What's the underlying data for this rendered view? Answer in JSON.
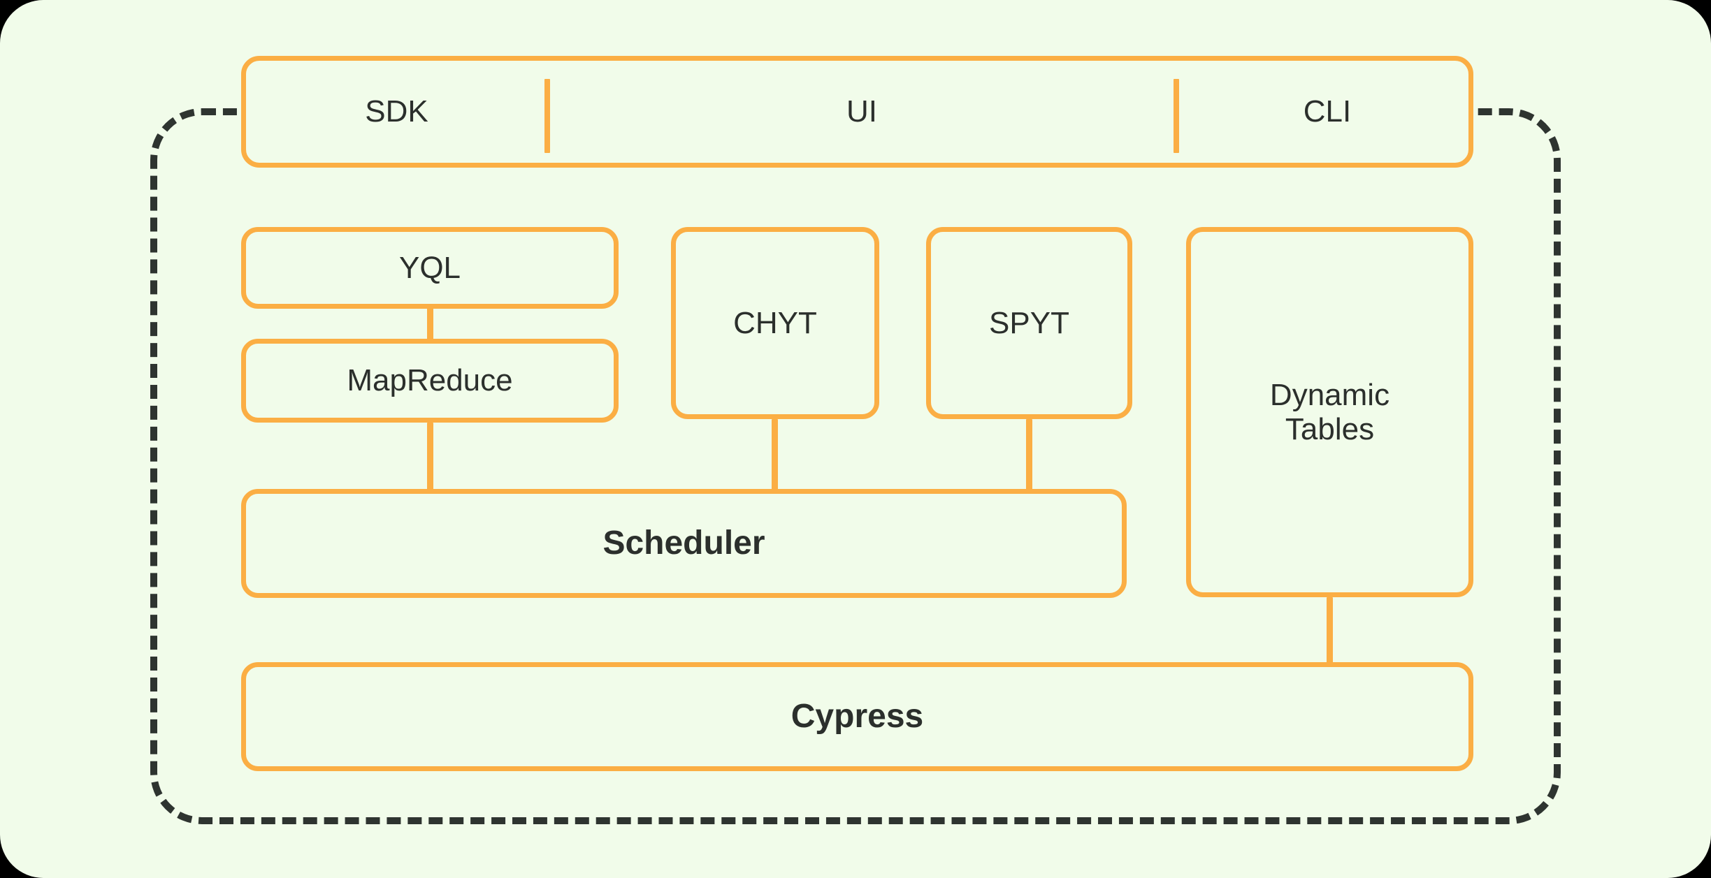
{
  "diagram": {
    "title": "YTsaurus platform architecture",
    "background_color": "#F1FCEA",
    "accent_color": "#FBAE44",
    "boundary_color": "#2E3430",
    "text_color": "#2B2F2C",
    "boundary": {
      "style": "dashed",
      "name": "cluster-boundary"
    },
    "access_bar": {
      "name": "access-layer",
      "cells": [
        {
          "label": "SDK"
        },
        {
          "label": "UI"
        },
        {
          "label": "CLI"
        }
      ],
      "divider_count": 2
    },
    "nodes": [
      {
        "id": "yql",
        "label": "YQL",
        "emphasis": "normal"
      },
      {
        "id": "mapreduce",
        "label": "MapReduce",
        "emphasis": "normal"
      },
      {
        "id": "chyt",
        "label": "CHYT",
        "emphasis": "normal"
      },
      {
        "id": "spyt",
        "label": "SPYT",
        "emphasis": "normal"
      },
      {
        "id": "dynamic_tables",
        "label": "Dynamic\nTables",
        "emphasis": "normal"
      },
      {
        "id": "scheduler",
        "label": "Scheduler",
        "emphasis": "bold"
      },
      {
        "id": "cypress",
        "label": "Cypress",
        "emphasis": "bold"
      }
    ],
    "connectors": [
      {
        "from": "yql",
        "to": "mapreduce",
        "orientation": "vertical"
      },
      {
        "from": "mapreduce",
        "to": "scheduler",
        "orientation": "vertical"
      },
      {
        "from": "chyt",
        "to": "scheduler",
        "orientation": "vertical"
      },
      {
        "from": "spyt",
        "to": "scheduler",
        "orientation": "vertical"
      },
      {
        "from": "dynamic_tables",
        "to": "cypress",
        "orientation": "vertical"
      }
    ]
  }
}
